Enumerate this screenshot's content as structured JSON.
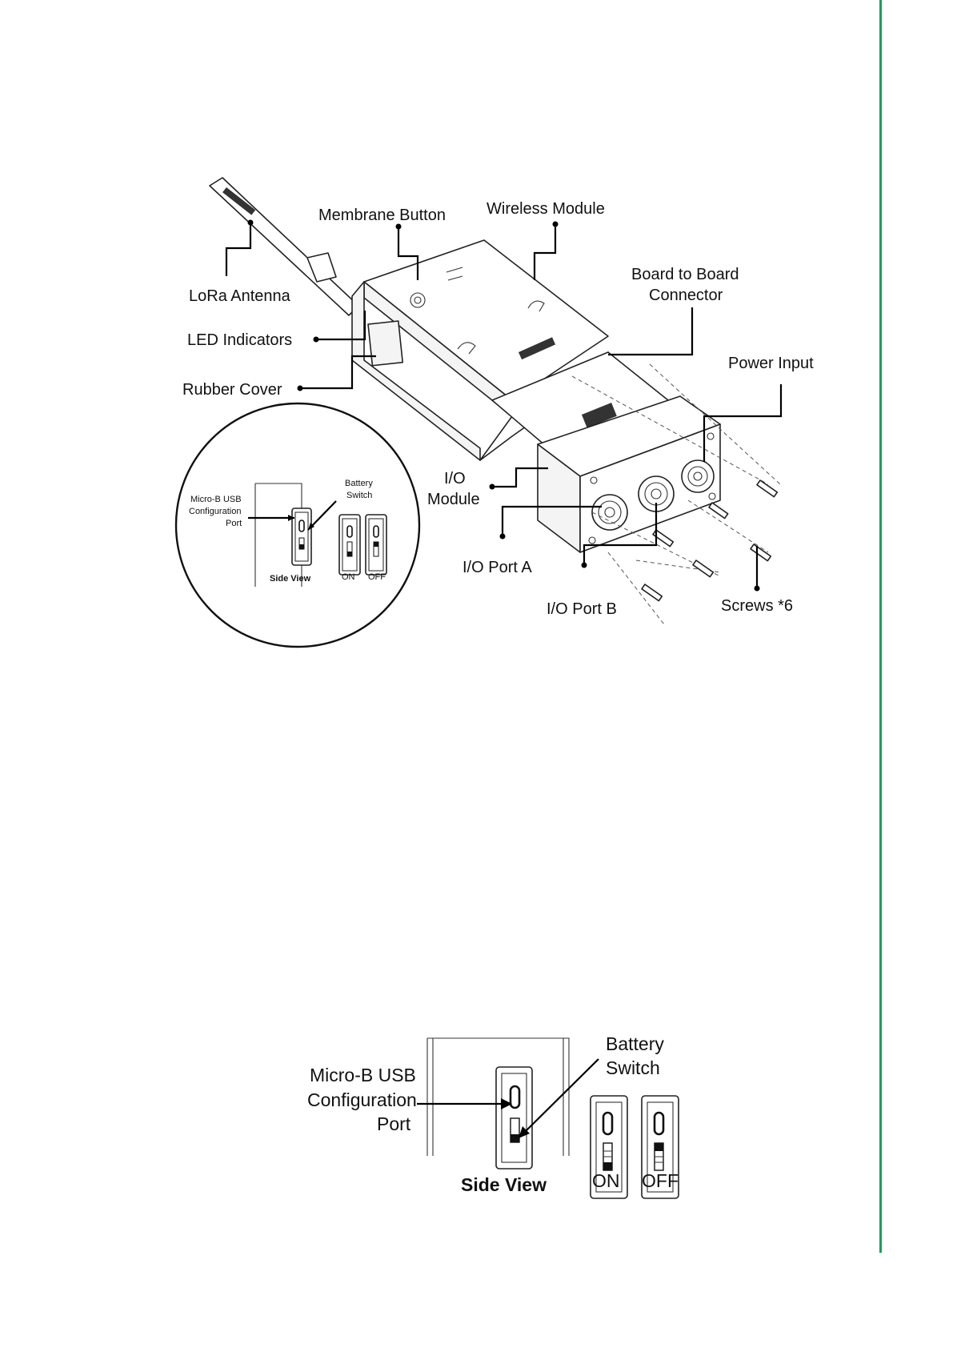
{
  "exploded_view": {
    "labels": {
      "lora_antenna": "LoRa Antenna",
      "membrane_button": "Membrane Button",
      "wireless_module": "Wireless Module",
      "board_connector_line1": "Board to Board",
      "board_connector_line2": "Connector",
      "led_indicators": "LED Indicators",
      "rubber_cover": "Rubber Cover",
      "power_input": "Power Input",
      "io_module_line1": "I/O",
      "io_module_line2": "Module",
      "io_port_a": "I/O Port A",
      "io_port_b": "I/O Port B",
      "screws": "Screws *6"
    },
    "inset": {
      "usb_line1": "Micro-B USB",
      "usb_line2": "Configuration",
      "usb_line3": "Port",
      "battery_line1": "Battery",
      "battery_line2": "Switch",
      "side_view": "Side View",
      "on": "ON",
      "off": "OFF"
    }
  },
  "side_view_detail": {
    "usb_line1": "Micro-B USB",
    "usb_line2": "Configuration",
    "usb_line3": "Port",
    "battery_line1": "Battery",
    "battery_line2": "Switch",
    "side_view": "Side View",
    "on": "ON",
    "off": "OFF"
  },
  "colors": {
    "edge_rule": "#1a9e5c"
  }
}
